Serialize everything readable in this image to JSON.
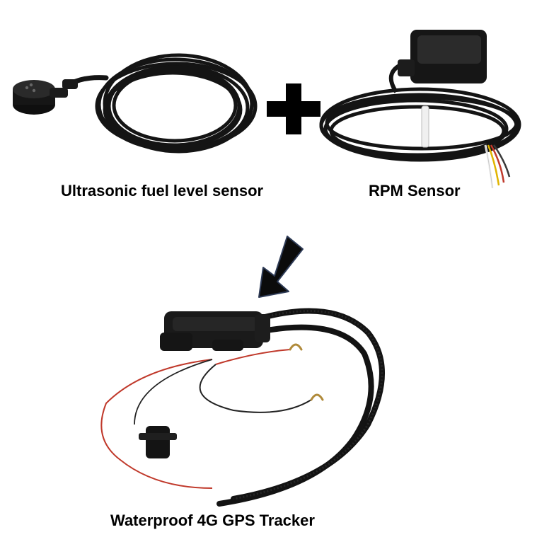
{
  "captions": {
    "fuel_sensor": "Ultrasonic fuel level sensor",
    "rpm_sensor": "RPM Sensor",
    "gps_tracker": "Waterproof 4G GPS Tracker"
  },
  "colors": {
    "background": "#ffffff",
    "cable": "#141414",
    "device": "#1c1c1c",
    "wire_red": "#c0392b",
    "wire_yellow": "#e0b400",
    "wire_white": "#f2f2f2",
    "terminal": "#b08a3a",
    "text": "#000000"
  },
  "icons": {
    "plus": "plus-icon",
    "arrow": "arrow-down-left-icon"
  }
}
